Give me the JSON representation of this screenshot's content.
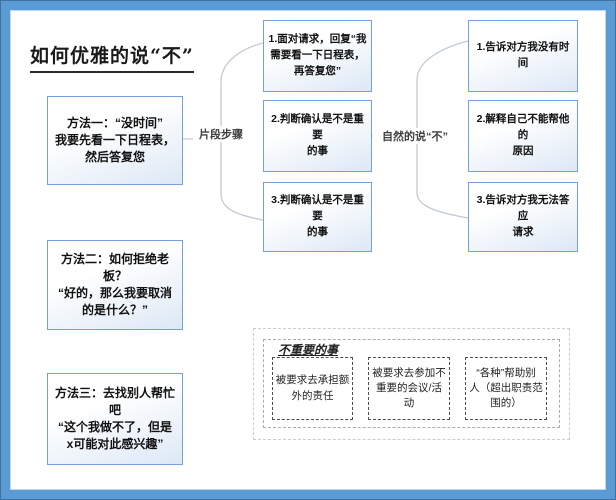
{
  "title": "如何优雅的说“不”",
  "labels": {
    "left_bracket": "片段步骤",
    "right_bracket": "自然的说“不”",
    "unimportant": "不重要的事"
  },
  "methods": [
    {
      "text": "方法一：“没时间”\n我要先看一下日程表，\n然后答复您"
    },
    {
      "text": "方法二：如何拒绝老\n板？\n“好的，那么我要取消\n的是什么？”"
    },
    {
      "text": "方法三：去找别人帮忙\n吧\n“这个我做不了，但是\nx可能对此感兴趣”"
    }
  ],
  "steps": [
    {
      "text": "1.面对请求，回复“我\n需要看一下日程表，\n再答复您”"
    },
    {
      "text": "2.判断确认是不是重要\n的事"
    },
    {
      "text": "3.判断确认是不是重要\n的事"
    }
  ],
  "say_no": [
    {
      "text": "1.告诉对方我没有时间"
    },
    {
      "text": "2.解释自己不能帮他的\n原因"
    },
    {
      "text": "3.告诉对方我无法答应\n请求"
    }
  ],
  "unimportant_items": [
    {
      "text": "被要求去承担额\n外的责任"
    },
    {
      "text": "被要求去参加不\n重要的会议/活\n动"
    },
    {
      "text": "“各种”帮助别\n人（超出职责范\n围的）"
    }
  ],
  "colors": {
    "frame_band": "#5b9bd5",
    "frame_edge": "#41719c",
    "frame_inner_line": "#bdd7ee",
    "box_border": "#74a2d8",
    "box_fill_top": "#ffffff",
    "box_fill_bottom": "#dce8f5",
    "connector": "#c2cad3",
    "dashed_outer": "#cccccc",
    "dashed_inner": "#ababab",
    "dashed_box": "#4d4d4d",
    "text": "#111111"
  }
}
